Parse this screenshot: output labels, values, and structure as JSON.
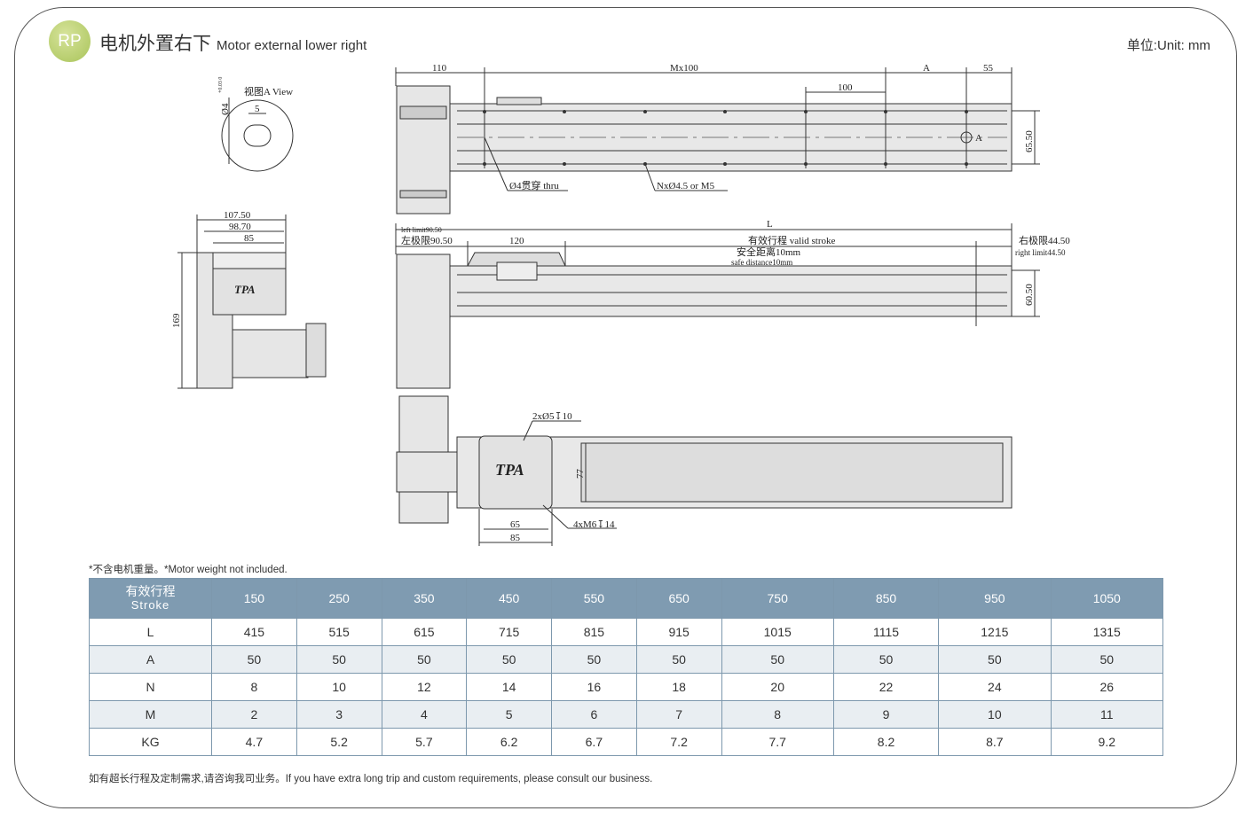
{
  "header": {
    "badge": "RP",
    "title_cn": "电机外置右下",
    "title_en": "Motor external lower right",
    "unit": "单位:Unit: mm"
  },
  "drawing": {
    "view_a": {
      "label": "视图A View",
      "dim_5": "5",
      "dim_d4": "Ø4",
      "tol": "+0.03 0"
    },
    "top": {
      "d110": "110",
      "dmx": "Mx100",
      "da": "A",
      "d55": "55",
      "d100": "100",
      "d6550": "65.50",
      "thru": "Ø4贯穿 thru",
      "holes": "NxØ4.5 or M5",
      "marker": "A"
    },
    "side": {
      "d10750": "107.50",
      "d9870": "98.70",
      "d85": "85",
      "d169": "169",
      "logo": "TPA"
    },
    "front": {
      "L": "L",
      "left_en": "left limit90.50",
      "left_cn": "左极限90.50",
      "d120": "120",
      "stroke": "有效行程 valid stroke",
      "safe_cn": "安全距离10mm",
      "safe_en": "safe distance10mm",
      "right_cn": "右极限44.50",
      "right_en": "right limit44.50",
      "d6050": "60.50"
    },
    "bottom": {
      "holes1": "2xØ5↧10",
      "d77": "77",
      "d65": "65",
      "d85": "85",
      "holes2": "4xM6↧14",
      "logo": "TPA"
    }
  },
  "note": "*不含电机重量。*Motor weight not included.",
  "table": {
    "header_cn": "有效行程",
    "header_en": "Stroke",
    "strokes": [
      "150",
      "250",
      "350",
      "450",
      "550",
      "650",
      "750",
      "850",
      "950",
      "1050"
    ],
    "rows": [
      {
        "label": "L",
        "values": [
          "415",
          "515",
          "615",
          "715",
          "815",
          "915",
          "1015",
          "1115",
          "1215",
          "1315"
        ]
      },
      {
        "label": "A",
        "values": [
          "50",
          "50",
          "50",
          "50",
          "50",
          "50",
          "50",
          "50",
          "50",
          "50"
        ]
      },
      {
        "label": "N",
        "values": [
          "8",
          "10",
          "12",
          "14",
          "16",
          "18",
          "20",
          "22",
          "24",
          "26"
        ]
      },
      {
        "label": "M",
        "values": [
          "2",
          "3",
          "4",
          "5",
          "6",
          "7",
          "8",
          "9",
          "10",
          "11"
        ]
      },
      {
        "label": "KG",
        "values": [
          "4.7",
          "5.2",
          "5.7",
          "6.2",
          "6.7",
          "7.2",
          "7.7",
          "8.2",
          "8.7",
          "9.2"
        ]
      }
    ]
  },
  "footer": "如有超长行程及定制需求,请咨询我司业务。If you have extra long trip and custom requirements, please consult our business."
}
